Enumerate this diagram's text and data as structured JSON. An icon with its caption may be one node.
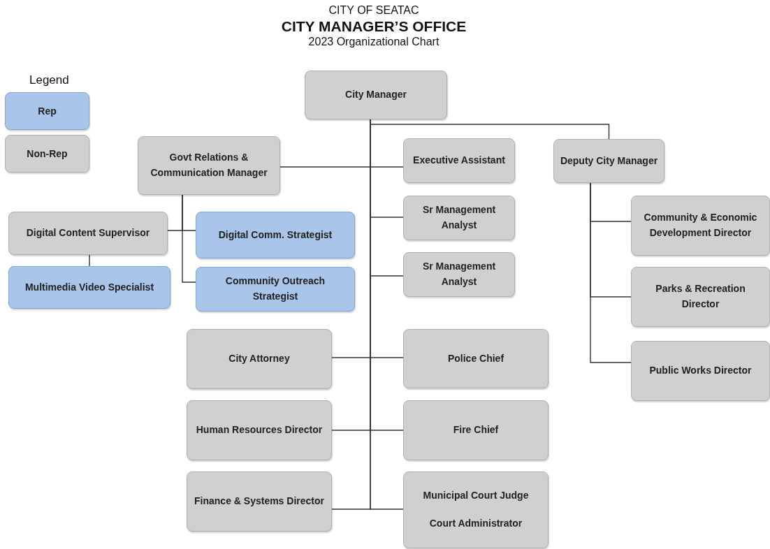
{
  "diagram": {
    "title": "CITY MANAGER’S OFFICE",
    "nodes": [
      {
        "text": [
          "City Manager"
        ]
      },
      {
        "text": [
          "Govt Relations & Communication Manager"
        ]
      },
      {
        "text": [
          "Executive Assistant"
        ]
      },
      {
        "text": [
          "Deputy City Manager"
        ]
      },
      {
        "text": [
          "Sr Management Analyst"
        ]
      },
      {
        "text": [
          "Community & Economic Development Director"
        ]
      },
      {
        "text": [
          "Digital Content Supervisor"
        ]
      },
      {
        "text": [
          "Digital Comm. Strategist"
        ]
      },
      {
        "text": [
          "Sr Management Analyst"
        ]
      },
      {
        "text": [
          "Multimedia Video Specialist"
        ]
      },
      {
        "text": [
          "Community Outreach Strategist"
        ]
      },
      {
        "text": [
          "Parks & Recreation Director"
        ]
      },
      {
        "text": [
          "City Attorney"
        ]
      },
      {
        "text": [
          "Police Chief"
        ]
      },
      {
        "text": [
          "Public Works Director"
        ]
      },
      {
        "text": [
          "Human Resources Director"
        ]
      },
      {
        "text": [
          "Fire Chief"
        ]
      },
      {
        "text": [
          "Finance & Systems Director"
        ]
      },
      {
        "text": [
          "Municipal Court Judge",
          "Court Administrator"
        ]
      }
    ],
    "edges": [
      {
        "from": 0,
        "to": 1,
        "arrow": "none"
      },
      {
        "from": 0,
        "to": 2,
        "arrow": "none"
      },
      {
        "from": 0,
        "to": 3,
        "arrow": "none"
      },
      {
        "from": 0,
        "to": 4,
        "arrow": "none"
      },
      {
        "from": 0,
        "to": 8,
        "arrow": "none"
      },
      {
        "from": 0,
        "to": 12,
        "arrow": "none"
      },
      {
        "from": 0,
        "to": 13,
        "arrow": "none"
      },
      {
        "from": 0,
        "to": 15,
        "arrow": "none"
      },
      {
        "from": 0,
        "to": 16,
        "arrow": "none"
      },
      {
        "from": 0,
        "to": 17,
        "arrow": "none"
      },
      {
        "from": 0,
        "to": 18,
        "arrow": "none"
      },
      {
        "from": 1,
        "to": 6,
        "arrow": "none"
      },
      {
        "from": 1,
        "to": 7,
        "arrow": "none"
      },
      {
        "from": 1,
        "to": 10,
        "arrow": "none"
      },
      {
        "from": 6,
        "to": 9,
        "arrow": "none"
      },
      {
        "from": 3,
        "to": 5,
        "arrow": "none"
      },
      {
        "from": 3,
        "to": 11,
        "arrow": "none"
      },
      {
        "from": 3,
        "to": 14,
        "arrow": "none"
      }
    ],
    "labels": [
      "CITY OF SEATAC",
      "2023 Organizational Chart",
      "Legend"
    ],
    "legend": [
      {
        "text": "Rep",
        "color": "#a9c5ea"
      },
      {
        "text": "Non-Rep",
        "color": "#d0d0d0"
      }
    ]
  }
}
